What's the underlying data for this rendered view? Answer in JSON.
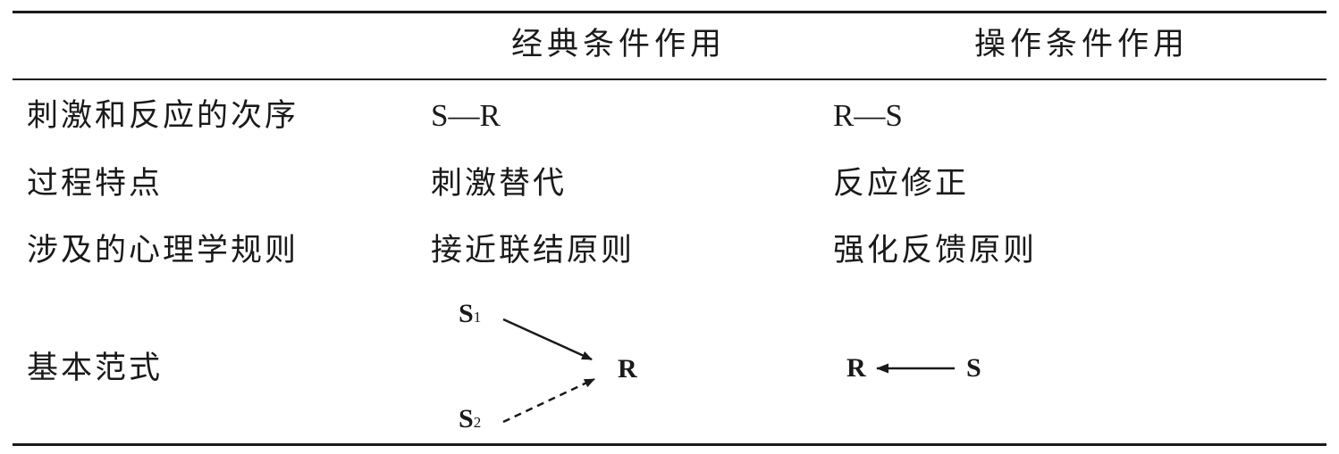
{
  "table": {
    "header": {
      "col1": "",
      "col2": "经典条件作用",
      "col3": "操作条件作用"
    },
    "rows": [
      {
        "label": "刺激和反应的次序",
        "classical": "S—R",
        "operant": "R—S"
      },
      {
        "label": "过程特点",
        "classical": "刺激替代",
        "operant": "反应修正"
      },
      {
        "label": "涉及的心理学规则",
        "classical": "接近联结原则",
        "operant": "强化反馈原则"
      },
      {
        "label": "基本范式",
        "classical": "",
        "operant": ""
      }
    ]
  },
  "paradigm": {
    "classical": {
      "s1": "S",
      "s1_sub": "1",
      "s2": "S",
      "s2_sub": "2",
      "r": "R"
    },
    "operant": {
      "r": "R",
      "s": "S"
    }
  }
}
